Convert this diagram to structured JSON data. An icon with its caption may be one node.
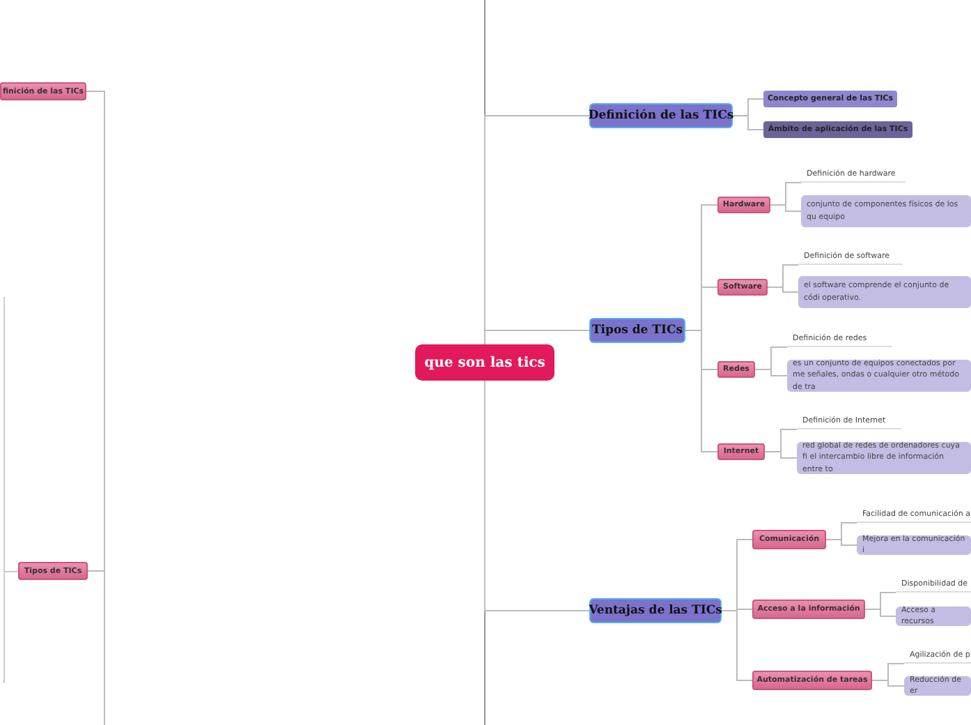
{
  "diagram": {
    "nodes": [
      {
        "text": [
          "que son las tics"
        ]
      },
      {
        "text": [
          "Definición de las TICs"
        ]
      },
      {
        "text": [
          "Concepto general de las TICs"
        ]
      },
      {
        "text": [
          "Ámbito de aplicación de las TICs"
        ]
      },
      {
        "text": [
          "Tipos de TICs"
        ]
      },
      {
        "text": [
          "Hardware"
        ]
      },
      {
        "text": [
          "Definición de hardware"
        ]
      },
      {
        "text": [
          "conjunto de componentes físicos de los qu equipo"
        ]
      },
      {
        "text": [
          "Software"
        ]
      },
      {
        "text": [
          "Definición de software"
        ]
      },
      {
        "text": [
          "el software comprende el conjunto de códi operativo."
        ]
      },
      {
        "text": [
          "Redes"
        ]
      },
      {
        "text": [
          "Definición de redes"
        ]
      },
      {
        "text": [
          "es un conjunto de equipos conectados por me señales, ondas o cualquier otro método de tra"
        ]
      },
      {
        "text": [
          "Internet"
        ]
      },
      {
        "text": [
          "Definición de Internet"
        ]
      },
      {
        "text": [
          "red global de redes de ordenadores cuya fi el intercambio libre de información entre to"
        ]
      },
      {
        "text": [
          "Ventajas de las TICs"
        ]
      },
      {
        "text": [
          "Comunicación"
        ]
      },
      {
        "text": [
          "Facilidad de comunicación a"
        ]
      },
      {
        "text": [
          "Mejora en la comunicación i"
        ]
      },
      {
        "text": [
          "Acceso a la información"
        ]
      },
      {
        "text": [
          "Disponibilidad de"
        ]
      },
      {
        "text": [
          "Acceso a recursos"
        ]
      },
      {
        "text": [
          "Automatización de tareas"
        ]
      },
      {
        "text": [
          "Agilización de p"
        ]
      },
      {
        "text": [
          "Reducción de er"
        ]
      },
      {
        "text": [
          "finición de las TICs"
        ]
      },
      {
        "text": [
          "Tipos de TICs"
        ]
      }
    ],
    "edges": [
      {
        "from": 0,
        "to": 1,
        "arrow": "none"
      },
      {
        "from": 1,
        "to": 2,
        "arrow": "none"
      },
      {
        "from": 1,
        "to": 3,
        "arrow": "none"
      },
      {
        "from": 0,
        "to": 4,
        "arrow": "none"
      },
      {
        "from": 4,
        "to": 5,
        "arrow": "none"
      },
      {
        "from": 5,
        "to": 6,
        "arrow": "none"
      },
      {
        "from": 5,
        "to": 7,
        "arrow": "none"
      },
      {
        "from": 4,
        "to": 8,
        "arrow": "none"
      },
      {
        "from": 8,
        "to": 9,
        "arrow": "none"
      },
      {
        "from": 8,
        "to": 10,
        "arrow": "none"
      },
      {
        "from": 4,
        "to": 11,
        "arrow": "none"
      },
      {
        "from": 11,
        "to": 12,
        "arrow": "none"
      },
      {
        "from": 11,
        "to": 13,
        "arrow": "none"
      },
      {
        "from": 4,
        "to": 14,
        "arrow": "none"
      },
      {
        "from": 14,
        "to": 15,
        "arrow": "none"
      },
      {
        "from": 14,
        "to": 16,
        "arrow": "none"
      },
      {
        "from": 0,
        "to": 17,
        "arrow": "none"
      },
      {
        "from": 17,
        "to": 18,
        "arrow": "none"
      },
      {
        "from": 18,
        "to": 19,
        "arrow": "none"
      },
      {
        "from": 18,
        "to": 20,
        "arrow": "none"
      },
      {
        "from": 17,
        "to": 21,
        "arrow": "none"
      },
      {
        "from": 21,
        "to": 22,
        "arrow": "none"
      },
      {
        "from": 21,
        "to": 23,
        "arrow": "none"
      },
      {
        "from": 17,
        "to": 24,
        "arrow": "none"
      },
      {
        "from": 24,
        "to": 25,
        "arrow": "none"
      },
      {
        "from": 24,
        "to": 26,
        "arrow": "none"
      },
      {
        "from": 27,
        "to": null,
        "arrow": "none"
      },
      {
        "from": 28,
        "to": null,
        "arrow": "none"
      }
    ]
  }
}
